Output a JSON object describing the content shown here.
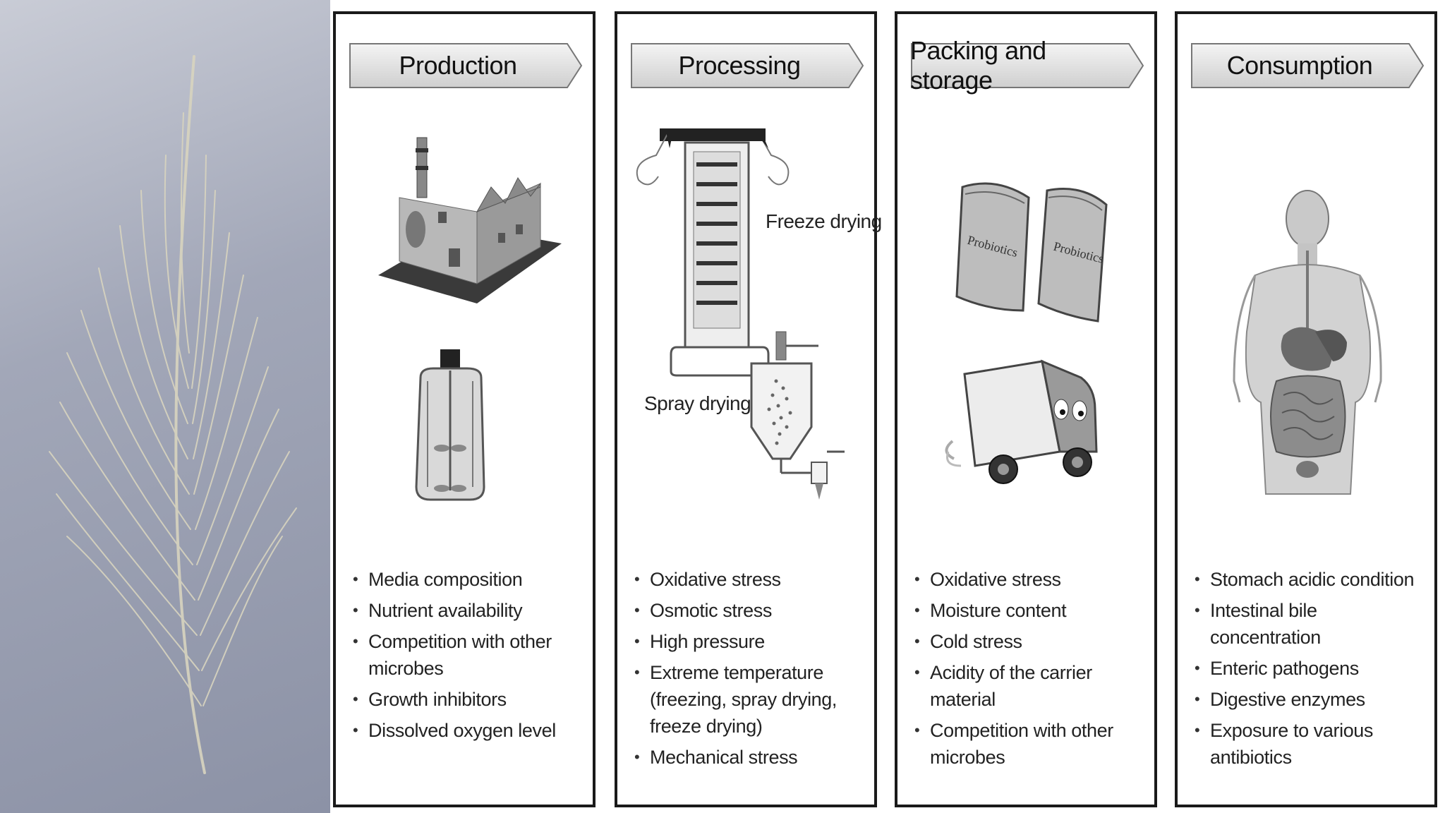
{
  "columns": [
    {
      "title": "Production",
      "factors": [
        "Media composition",
        "Nutrient availability",
        "Competition with other microbes",
        "Growth inhibitors",
        "Dissolved oxygen level"
      ]
    },
    {
      "title": "Processing",
      "labels": {
        "freeze": "Freeze drying",
        "spray": "Spray drying"
      },
      "factors": [
        "Oxidative stress",
        "Osmotic stress",
        "High pressure",
        "Extreme temperature (freezing, spray drying, freeze drying)",
        "Mechanical stress"
      ]
    },
    {
      "title": "Packing and storage",
      "labels": {
        "bag": "Probiotics"
      },
      "factors": [
        "Oxidative stress",
        "Moisture content",
        "Cold stress",
        "Acidity of the carrier material",
        "Competition with other microbes"
      ]
    },
    {
      "title": "Consumption",
      "factors": [
        "Stomach acidic condition",
        "Intestinal bile concentration",
        "Enteric pathogens",
        "Digestive enzymes",
        "Exposure to various antibiotics"
      ]
    }
  ],
  "colors": {
    "background": "#9ca1b3",
    "feather": "#d8d4bf",
    "border": "#1a1a1a",
    "header_fill": "#e6e6e6"
  }
}
